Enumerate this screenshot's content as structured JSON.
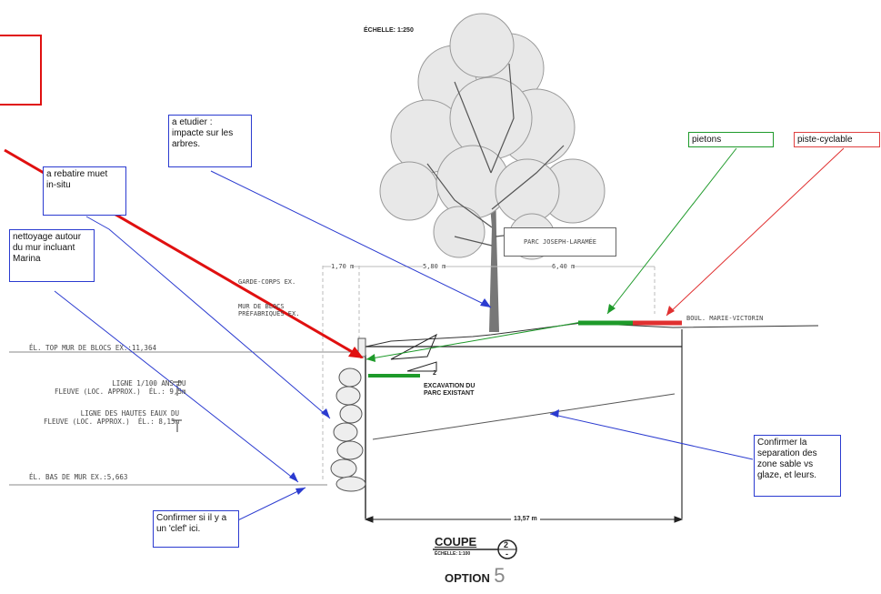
{
  "header": {
    "scale": "ÉCHELLE: 1:250"
  },
  "comments": {
    "impacte": "a etudier :\nimpacte sur les\narbres.",
    "rebatire": "a rebatire muet\nin-situ",
    "nettoyage": "nettoyage autour\ndu mur incluant\nMarina",
    "pietons": "pietons",
    "cyclable": "piste-cyclable",
    "confirmer_separation": "Confirmer la\nseparation des\nzone sable vs\nglaze, et leurs.",
    "confirmer_clef": "Confirmer si il y a\nun 'clef' ici."
  },
  "labels": {
    "parc": "PARC JOSEPH-LARAMÉE",
    "boul": "BOUL. MARIE-VICTORIN",
    "garde_corps": "GARDE-CORPS EX.",
    "mur_blocs": "MUR DE BLOCS\nPRÉFABRIQUÉS EX.",
    "el_top": "ÉL. TOP MUR DE BLOCS EX.:11,364",
    "ligne_100": "LIGNE 1/100 ANS DU\nFLEUVE (LOC. APPROX.)  ÉL.: 9,5m",
    "ligne_hautes": "LIGNE DES HAUTES EAUX DU\nFLEUVE (LOC. APPROX.)  ÉL.: 8,15m",
    "el_bas": "ÉL. BAS DE MUR EX.:5,663",
    "excavation": "EXCAVATION DU\nPARC EXISTANT",
    "slope": "2"
  },
  "dimensions": {
    "d1": "1,70 m",
    "d2": "5,80 m",
    "d3": "6,40 m",
    "total": "13,57 m"
  },
  "title": {
    "coupe": "COUPE",
    "echelle": "ÉCHELLE: 1:100",
    "num_top": "2",
    "num_bottom": "-",
    "option_word": "OPTION",
    "option_num": "5"
  },
  "colors": {
    "annotation_blue": "#2b3bd0",
    "pietons_green": "#1e9a2a",
    "cyclable_red": "#e03030",
    "arrow_red": "#e01010"
  }
}
